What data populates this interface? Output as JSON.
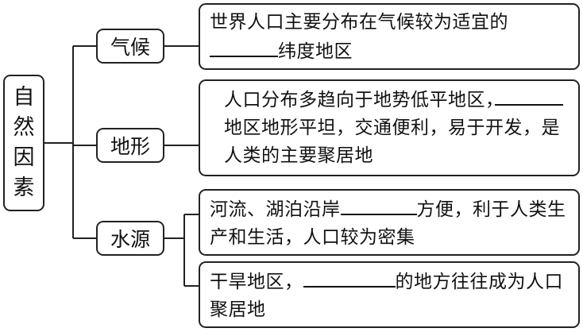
{
  "root": {
    "chars": [
      "自",
      "然",
      "因",
      "素"
    ]
  },
  "branches": [
    {
      "label": "气候",
      "items": [
        {
          "before": "世界人口主要分布在气候较为适宜的",
          "after": "纬度地区"
        }
      ]
    },
    {
      "label": "地形",
      "items": [
        {
          "intro": "人口分布多趋向于地势低平地区，",
          "before": "",
          "after": "地区地形平坦，交通便利，易于开发，是人类的主要聚居地"
        }
      ]
    },
    {
      "label": "水源",
      "items": [
        {
          "before": "河流、湖泊沿岸",
          "after": "方便，利于人类生产和生活，人口较为密集"
        },
        {
          "before": "干旱地区，",
          "after": "的地方往往成为人口聚居地"
        }
      ]
    }
  ]
}
